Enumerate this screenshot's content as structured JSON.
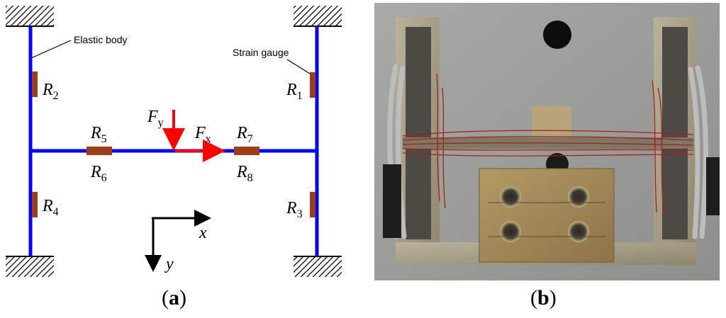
{
  "panel_a": {
    "elastic_body_label": "Elastic body",
    "strain_gauge_label": "Strain gauge",
    "resistors": [
      {
        "base": "R",
        "sub": "1"
      },
      {
        "base": "R",
        "sub": "2"
      },
      {
        "base": "R",
        "sub": "3"
      },
      {
        "base": "R",
        "sub": "4"
      },
      {
        "base": "R",
        "sub": "5"
      },
      {
        "base": "R",
        "sub": "6"
      },
      {
        "base": "R",
        "sub": "7"
      },
      {
        "base": "R",
        "sub": "8"
      }
    ],
    "force_y": {
      "base": "F",
      "sub": "y"
    },
    "force_x": {
      "base": "F",
      "sub": "x"
    },
    "axis_x": "x",
    "axis_y": "y",
    "colors": {
      "beam": "#0000ff",
      "gauge": "#9b3f1a",
      "force": "#ff0000"
    }
  },
  "captions": {
    "a_open": "(",
    "a_letter": "a",
    "a_close": ")",
    "b_open": "(",
    "b_letter": "b",
    "b_close": ")"
  }
}
